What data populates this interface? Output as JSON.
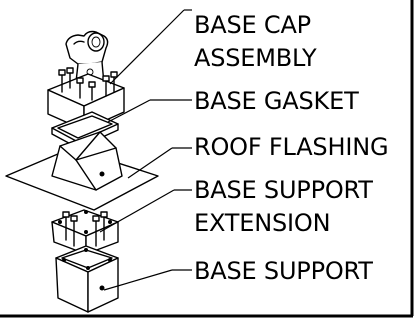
{
  "labels": {
    "base_cap_line1": "BASE CAP",
    "base_cap_line2": "ASSEMBLY",
    "base_gasket": "BASE GASKET",
    "roof_flashing": "ROOF FLASHING",
    "base_support_extension_line1": "BASE SUPPORT",
    "base_support_extension_line2": "EXTENSION",
    "base_support": "BASE SUPPORT"
  }
}
